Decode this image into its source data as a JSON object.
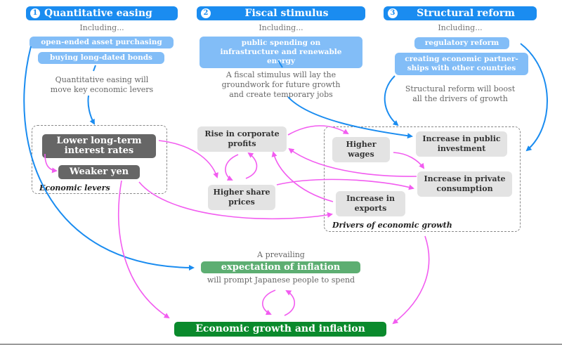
{
  "columns": [
    {
      "number": "1",
      "title": "Quantitative easing",
      "including": "Including...",
      "items": [
        "open-ended asset purchasing",
        "buying long-dated bonds"
      ],
      "note_lines": [
        "Quantitative easing will",
        "move key economic levers"
      ]
    },
    {
      "number": "2",
      "title": "Fiscal stimulus",
      "including": "Including...",
      "items": [
        "public spending on infrastructure and renewable energy"
      ],
      "note_lines": [
        "A fiscal stimulus will lay the",
        "groundwork for future growth",
        "and create temporary jobs"
      ]
    },
    {
      "number": "3",
      "title": "Structural reform",
      "including": "Including...",
      "items": [
        "regulatory reform",
        "creating economic partner-ships with other countries"
      ],
      "note_lines": [
        "Structural reform will boost",
        "all the drivers of growth"
      ]
    }
  ],
  "economic_levers": {
    "label": "Economic levers",
    "nodes": [
      "Lower long-term interest rates",
      "Weaker yen"
    ]
  },
  "middle": {
    "nodes": [
      "Rise in corporate profits",
      "Higher share prices"
    ]
  },
  "drivers": {
    "label": "Drivers of economic growth",
    "nodes": [
      "Higher wages",
      "Increase in public investment",
      "Increase in private consumption",
      "Increase in exports"
    ]
  },
  "inflation": {
    "pre": "A prevailing",
    "label": "expectation of inflation",
    "post": "will prompt Japanese people to spend"
  },
  "outcome": {
    "label": "Economic growth and inflation"
  },
  "colors": {
    "header_blue": "#1a8cf0",
    "pill_blue": "#82bdf7",
    "arrow_blue": "#1a8cf0",
    "arrow_pink": "#f25cf0",
    "lever_grey": "#666666",
    "node_grey": "#e3e3e3",
    "light_green": "#5dae72",
    "dark_green": "#0a8a2c"
  }
}
